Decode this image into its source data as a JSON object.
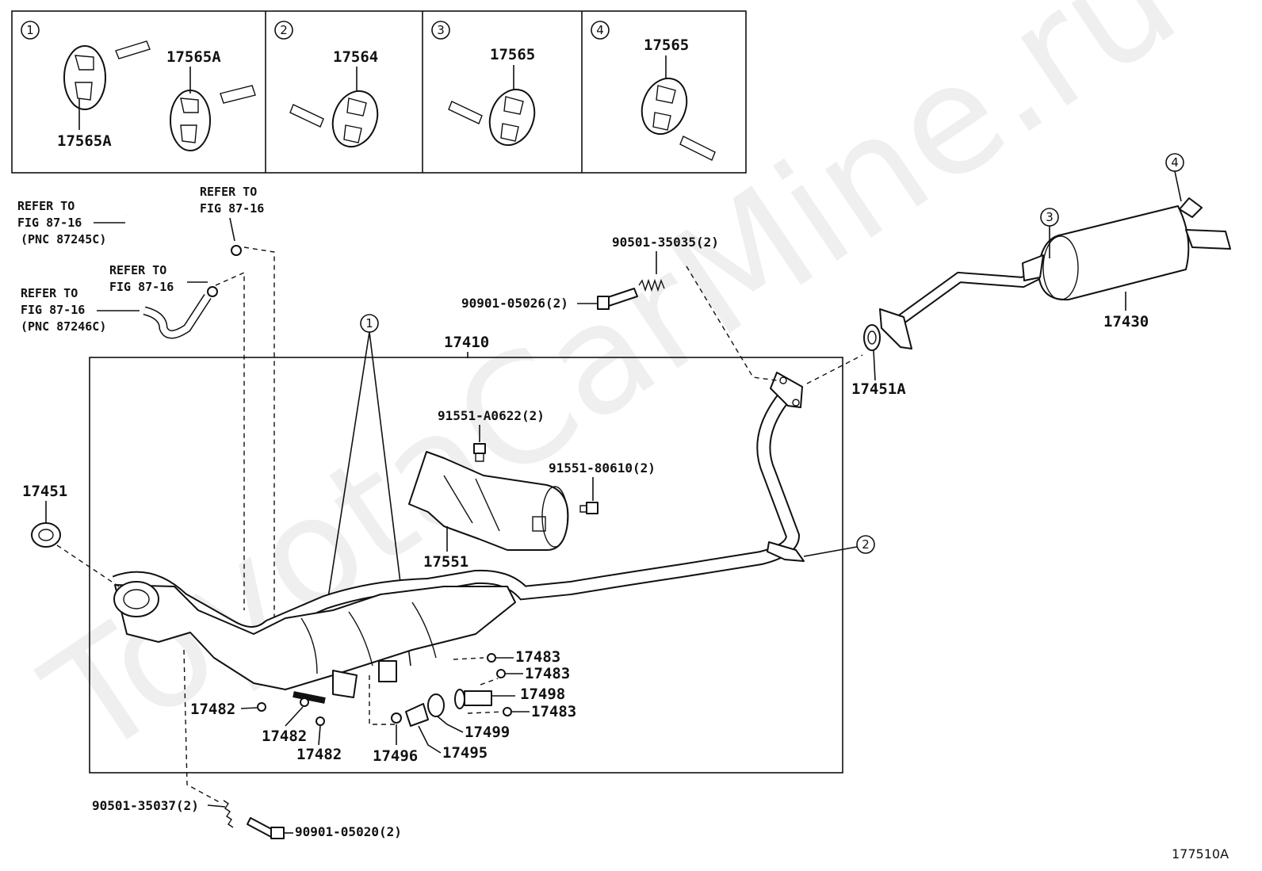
{
  "watermark": "ToyotaCarMine.ru",
  "figure_code": "177510A",
  "detail_boxes": [
    {
      "number": "1",
      "labels": [
        "17565A",
        "17565A"
      ]
    },
    {
      "number": "2",
      "labels": [
        "17564"
      ]
    },
    {
      "number": "3",
      "labels": [
        "17565"
      ]
    },
    {
      "number": "4",
      "labels": [
        "17565"
      ]
    }
  ],
  "refer_notes": [
    {
      "line1": "REFER TO",
      "line2": "FIG 87-16",
      "line3": "(PNC 87245C)"
    },
    {
      "line1": "REFER TO",
      "line2": "FIG 87-16"
    },
    {
      "line1": "REFER TO",
      "line2": "FIG 87-16"
    },
    {
      "line1": "REFER TO",
      "line2": "FIG 87-16",
      "line3": "(PNC 87246C)"
    }
  ],
  "callouts": [
    "1",
    "2",
    "3",
    "4"
  ],
  "parts": {
    "assembly": "17410",
    "tail_pipe": "17430",
    "gasket_front": "17451",
    "gasket_rear": "17451A",
    "heat_insulator": "17551",
    "bolt_rear": "90901-05026(2)",
    "spring_rear": "90501-35035(2)",
    "bolt_insulator_top": "91551-A0622(2)",
    "bolt_insulator_side": "91551-80610(2)",
    "spring_front": "90501-35037(2)",
    "bolt_front": "90901-05020(2)",
    "p17482a": "17482",
    "p17482b": "17482",
    "p17482c": "17482",
    "p17483a": "17483",
    "p17483b": "17483",
    "p17483c": "17483",
    "p17498": "17498",
    "p17499": "17499",
    "p17496": "17496",
    "p17495": "17495"
  }
}
